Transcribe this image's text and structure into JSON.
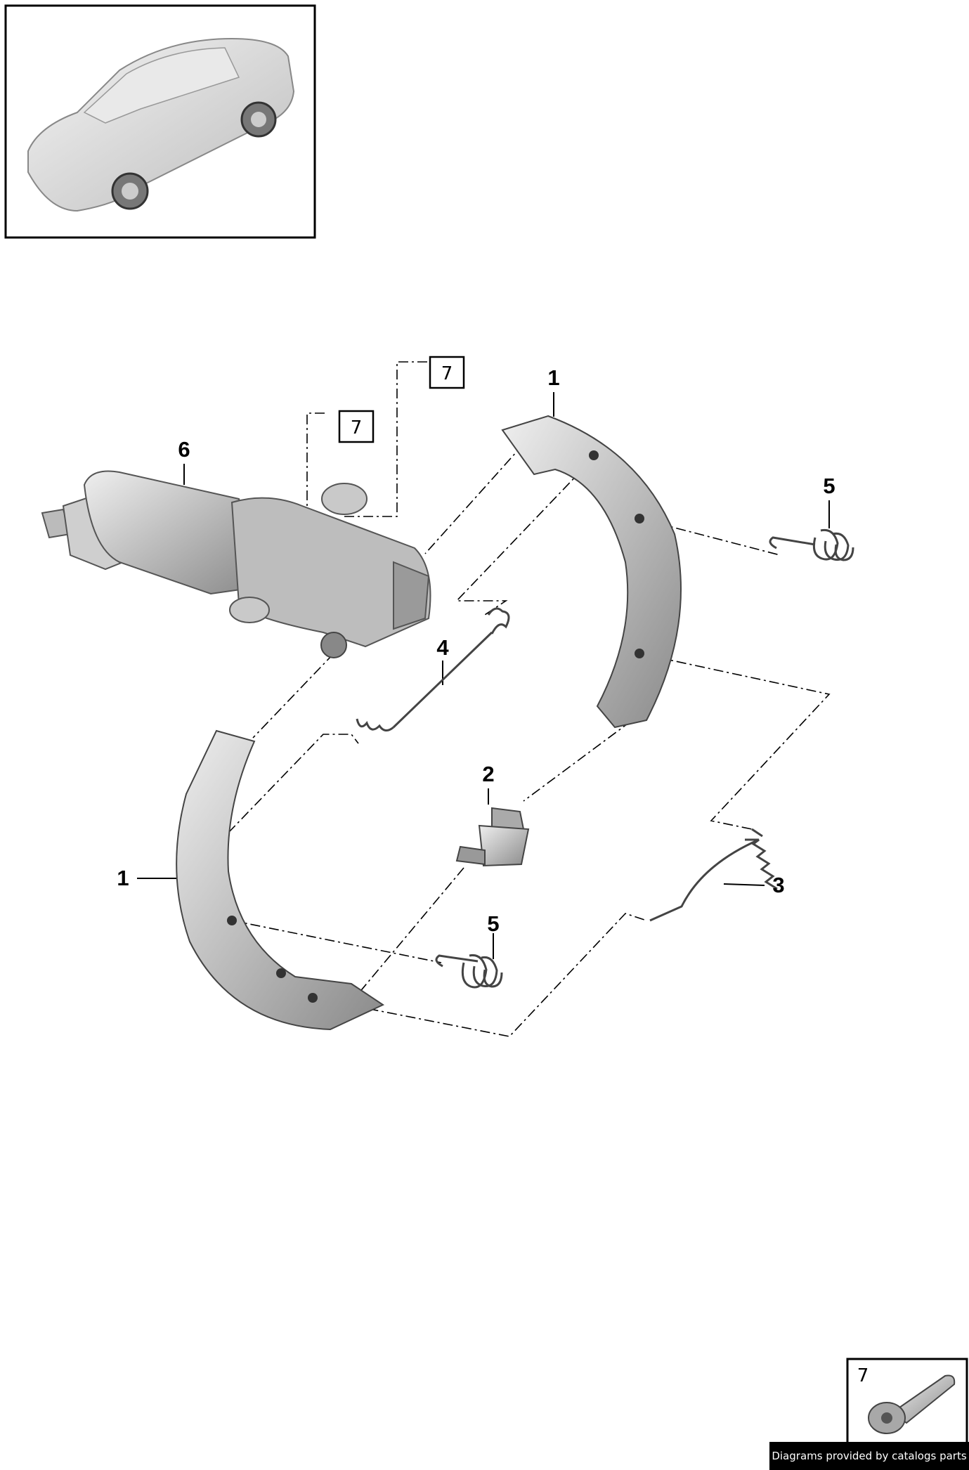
{
  "callouts": {
    "shoe_upper": "1",
    "shoe_lower": "1",
    "adjuster": "2",
    "spring_lower_right": "3",
    "spring_middle": "4",
    "hold_down_upper": "5",
    "hold_down_lower": "5",
    "actuator": "6",
    "screw_ref_upper": "7",
    "screw_ref_lower": "7",
    "inset_screw": "7"
  },
  "footer_text": "Diagrams provided by catalogs parts",
  "colors": {
    "ink": "#000000",
    "part_light": "#d6d6d6",
    "part_dark": "#6e6e6e",
    "background": "#ffffff"
  }
}
